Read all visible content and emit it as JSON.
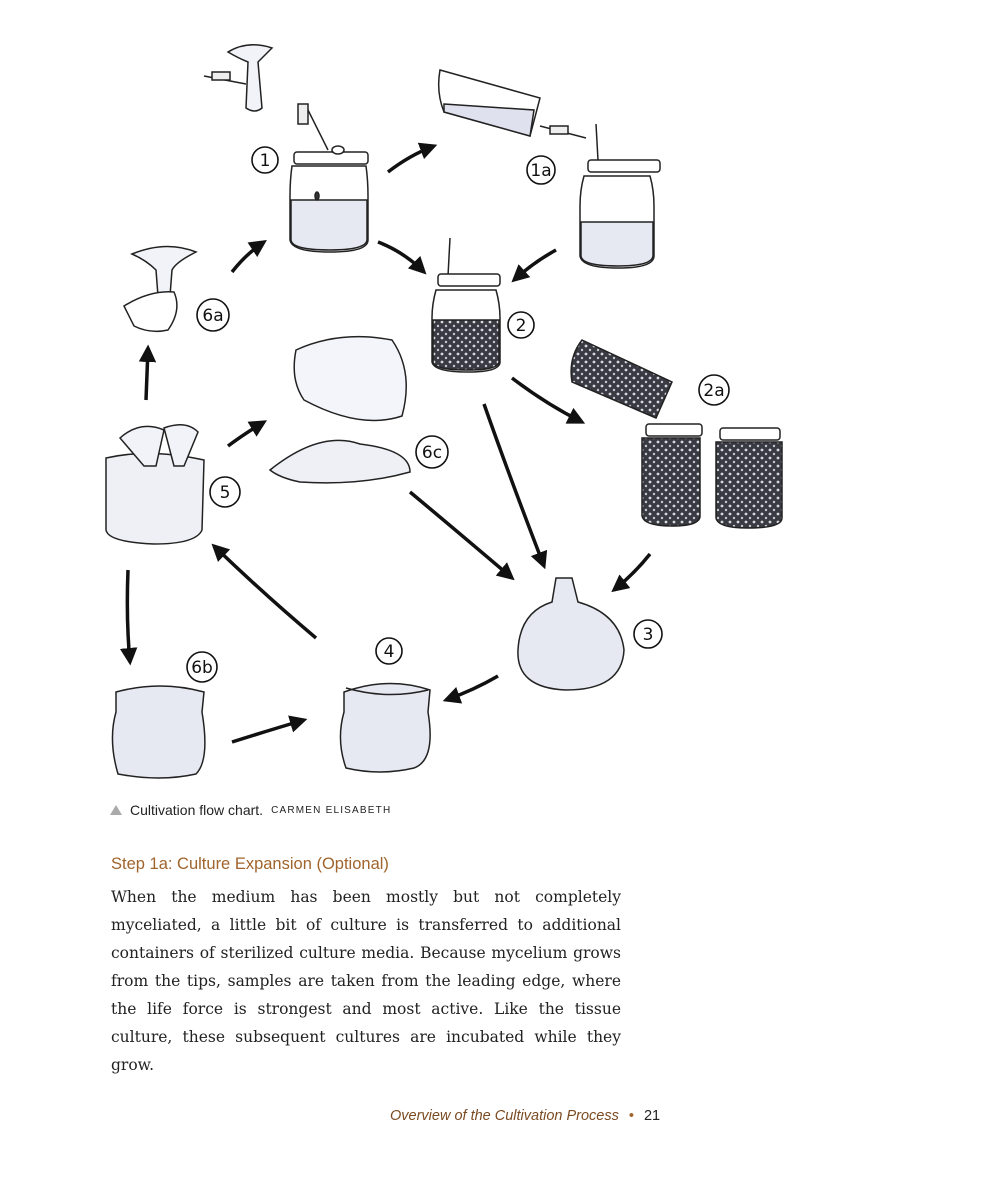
{
  "diagram": {
    "labels": {
      "l1": "1",
      "l1a": "1a",
      "l2": "2",
      "l2a": "2a",
      "l3": "3",
      "l4": "4",
      "l5": "5",
      "l6a": "6a",
      "l6b": "6b",
      "l6c": "6c"
    }
  },
  "caption": {
    "text": "Cultivation flow chart.",
    "credit": "CARMEN ELISABETH"
  },
  "section": {
    "heading": "Step 1a: Culture Expansion (Optional)",
    "body": "When the medium has been mostly but not completely myceliated, a little bit of culture is transferred to additional containers of sterilized culture media. Because mycelium grows from the tips, samples are taken from the leading edge, where the life force is strongest and most active. Like the tissue culture, these subsequent cultures are incubated while they grow."
  },
  "footer": {
    "title": "Overview of the Cultivation Process",
    "page_number": "21"
  }
}
